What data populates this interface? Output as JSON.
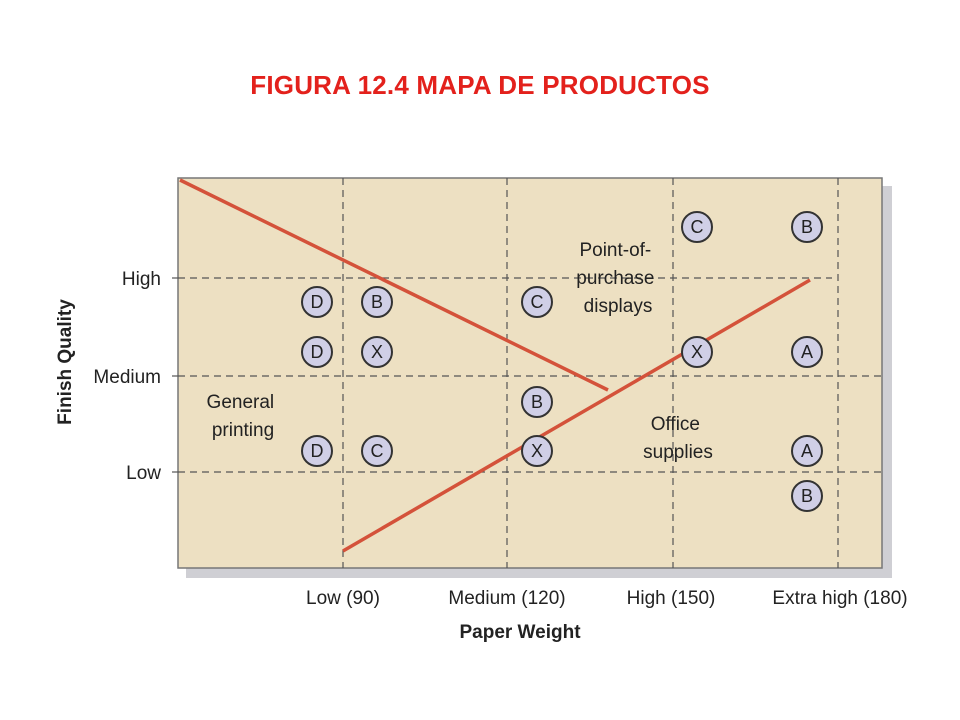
{
  "page_title": "FIGURA 12.4 MAPA DE PRODUCTOS",
  "colors": {
    "title": "#e3211c",
    "plot_bg": "#ede0c2",
    "plot_shadow": "#cfcfd4",
    "line": "#d4523a",
    "marker_fill": "#d0cfe6",
    "grid": "#555555"
  },
  "chart_data": {
    "type": "scatter",
    "xlabel": "Paper Weight",
    "ylabel": "Finish Quality",
    "x_ticks": [
      "Low (90)",
      "Medium (120)",
      "High (150)",
      "Extra high (180)"
    ],
    "y_ticks": [
      "High",
      "Medium",
      "Low"
    ],
    "grid": true,
    "regions": [
      {
        "lines": [
          "Point-of-",
          "purchase",
          "displays"
        ]
      },
      {
        "lines": [
          "General",
          "printing"
        ]
      },
      {
        "lines": [
          "Office",
          "supplies"
        ]
      }
    ],
    "points": [
      {
        "label": "D",
        "x": 90,
        "y": "High"
      },
      {
        "label": "B",
        "x": 90,
        "y": "High"
      },
      {
        "label": "C",
        "x": 120,
        "y": "High"
      },
      {
        "label": "D",
        "x": 90,
        "y": "Medium"
      },
      {
        "label": "X",
        "x": 90,
        "y": "Medium"
      },
      {
        "label": "B",
        "x": 120,
        "y": "Medium"
      },
      {
        "label": "X",
        "x": 150,
        "y": "Medium"
      },
      {
        "label": "A",
        "x": 180,
        "y": "Medium"
      },
      {
        "label": "D",
        "x": 90,
        "y": "Low"
      },
      {
        "label": "C",
        "x": 90,
        "y": "Low"
      },
      {
        "label": "X",
        "x": 120,
        "y": "Low"
      },
      {
        "label": "A",
        "x": 180,
        "y": "Low"
      },
      {
        "label": "B",
        "x": 180,
        "y": "Low"
      },
      {
        "label": "C",
        "x": 150,
        "y": "High"
      },
      {
        "label": "B",
        "x": 180,
        "y": "High"
      }
    ]
  }
}
